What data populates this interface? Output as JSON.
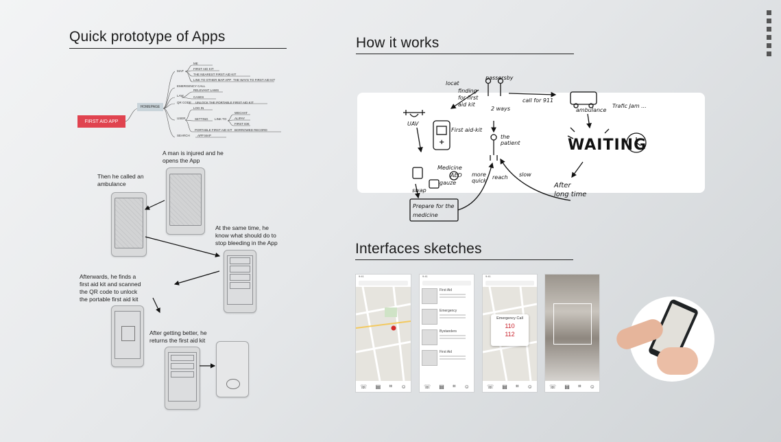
{
  "titles": {
    "left": "Quick prototype of Apps",
    "how": "How it works",
    "interfaces": "Interfaces sketches"
  },
  "mindmap": {
    "root": "FIRST AID APP",
    "home": "HOMEPAGE",
    "map": "MAP",
    "me": "ME",
    "first_aid_kit": "FIRST AID KIT",
    "nearest": "THE NEAREST FIRST AID KIT",
    "link_other": "LINK TO OTHER MAP APP",
    "ways": "THE WAYS TO FIRST AID KIT",
    "emergency_call": "EMERGENCY CALL",
    "law": "LAW",
    "relevant_laws": "RELEVANT LAWS",
    "cases": "CASES",
    "qr": "QR CODE",
    "unlock": "UNLOCK THE PORTABLE FIRST AID KIT",
    "user": "USER",
    "log_in": "LOG IN",
    "setting": "SETTING",
    "link_to": "LINK TO",
    "wechat": "WECHAT",
    "alipay": "ALIPAY",
    "first_id": "FIRST IDE",
    "portable": "PORTABLE FIRST AID KIT",
    "borrowed": "BORROWED RECORD",
    "search": "SEARCH",
    "app_map": "APP MAP"
  },
  "captions": {
    "c1": "A man is injured and he opens the App",
    "c2": "Then he called an ambulance",
    "c3": "At the same time, he know what should do to stop bleeding in the App",
    "c4": "Afterwards, he finds a first aid kit and scanned the QR code to unlock the portable first aid kit",
    "c5": "After getting better, he returns the first aid kit"
  },
  "how": {
    "passersby": "passersby",
    "locate": "locat",
    "finding": "finding for first aid kit",
    "two_ways": "2 ways",
    "call": "call for 911",
    "uav": "UAV",
    "first_aid_kit": "First aid-kit",
    "patient": "the patient",
    "ambulance": "ambulance",
    "traffic": "Trafic Jam ...",
    "waiting": "WAITING",
    "medicine": "Medicine",
    "aed": "AED",
    "gauze": "gauze",
    "swap": "swap",
    "more_quick": "more quick",
    "reach": "reach",
    "slow": "slow",
    "after": "After long time",
    "prepare": "Prepare for the medicine"
  },
  "phones": {
    "time": "9:41",
    "list": [
      {
        "title": "First Aid"
      },
      {
        "title": "Emergency"
      },
      {
        "title": "Bystanders"
      },
      {
        "title": "First Aid"
      }
    ],
    "dialog_title": "Emergency Call",
    "n110": "110",
    "n112": "112"
  },
  "colors": {
    "root": "#e0434f",
    "accent_red": "#c8202a"
  }
}
